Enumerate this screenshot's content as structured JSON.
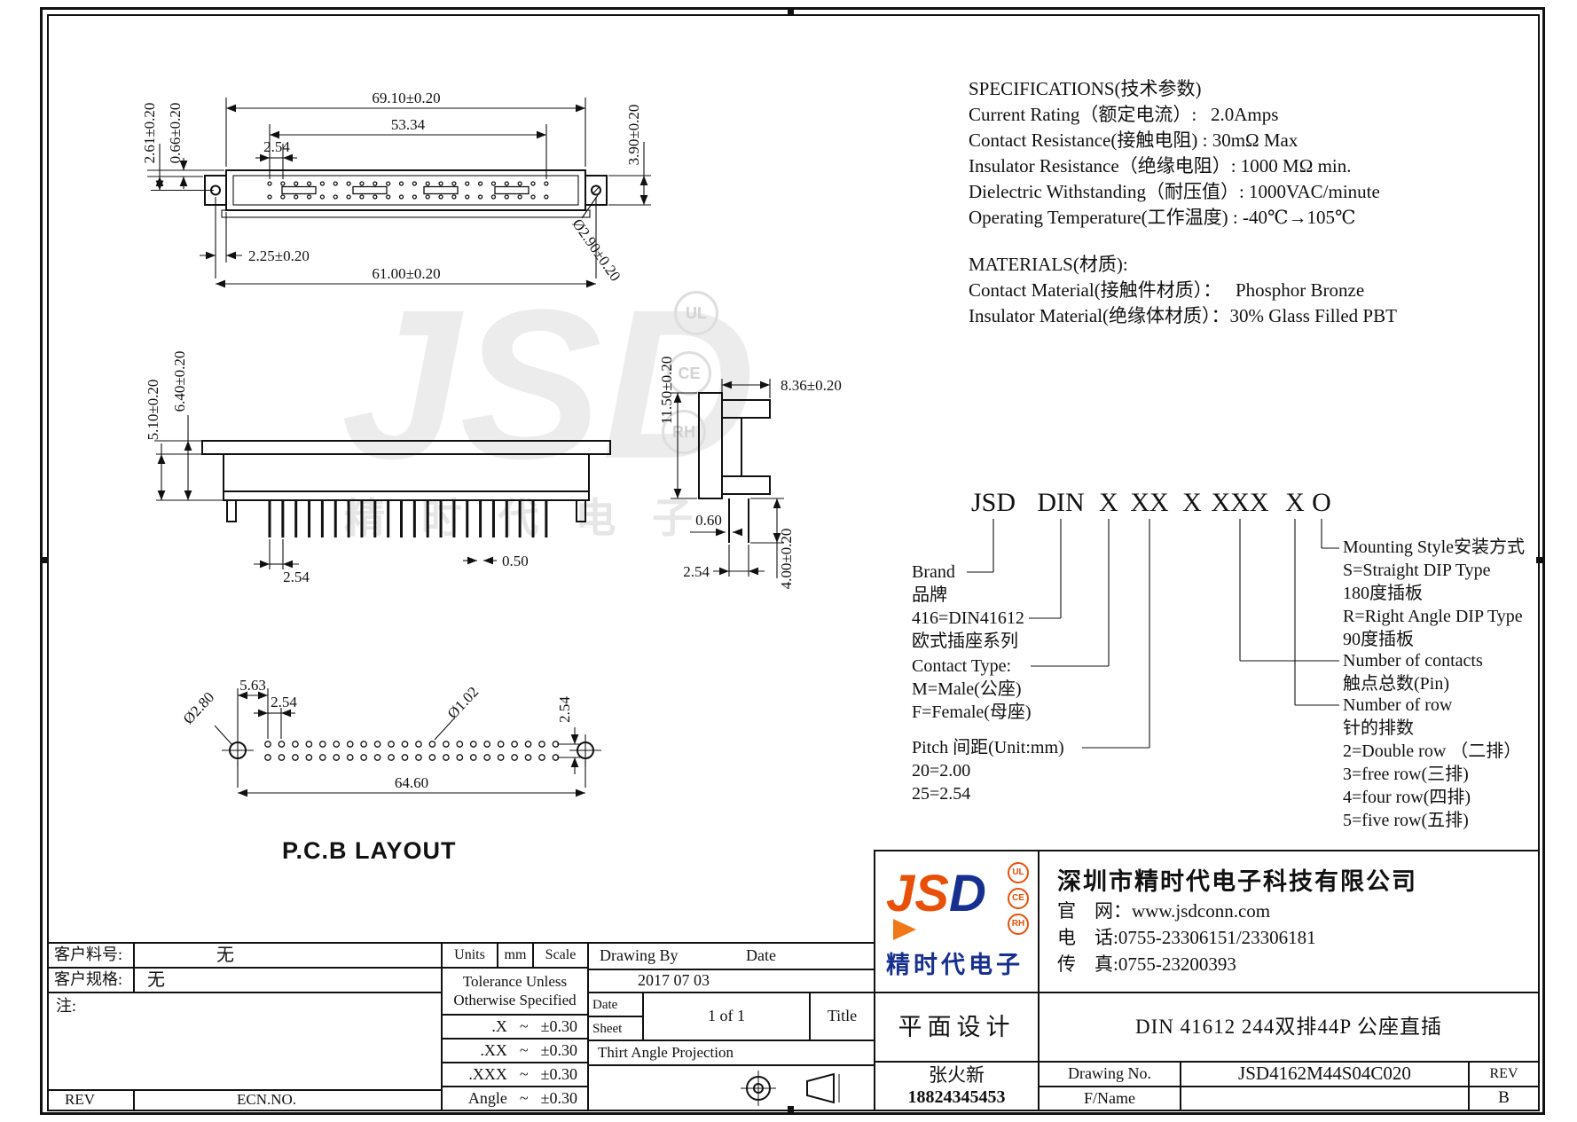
{
  "specs": {
    "title": "SPECIFICATIONS(技术参数)",
    "lines": [
      "Current Rating（额定电流）:   2.0Amps",
      "Contact Resistance(接触电阻) : 30mΩ Max",
      "Insulator Resistance（绝缘电阻）: 1000 MΩ min.",
      "Dielectric Withstanding（耐压值）: 1000VAC/minute",
      "Operating Temperature(工作温度) : -40℃→105℃"
    ],
    "materials_title": "MATERIALS(材质):",
    "materials": [
      "Contact Material(接触件材质）：   Phosphor Bronze",
      "Insulator Material(绝缘体材质）：30% Glass Filled PBT"
    ]
  },
  "part_number": {
    "tokens": [
      "JSD",
      "DIN",
      "X",
      "XX",
      "X",
      "XXX",
      "X",
      "O"
    ],
    "brand": [
      "Brand",
      "品牌"
    ],
    "series": [
      "416=DIN41612",
      "欧式插座系列"
    ],
    "contact_type": [
      "Contact Type:",
      "M=Male(公座)",
      "F=Female(母座)"
    ],
    "pitch": [
      "Pitch 间距(Unit:mm)",
      "20=2.00",
      "25=2.54"
    ],
    "mounting": [
      "Mounting Style安装方式",
      "S=Straight DIP Type",
      "180度插板",
      "R=Right Angle DIP Type",
      "90度插板"
    ],
    "contacts": [
      "Number of contacts",
      "触点总数(Pin)"
    ],
    "rows": [
      "Number of row",
      "针的排数",
      "2=Double row （二排）",
      "3=free row(三排)",
      "4=four row(四排)",
      "5=five row(五排)"
    ]
  },
  "views": {
    "top": {
      "w_total": "69.10±0.20",
      "w_inner": "53.34",
      "pitch": "2.54",
      "d_261": "2.61±0.20",
      "d_066": "0.66±0.20",
      "d_390": "3.90±0.20",
      "d_225": "2.25±0.20",
      "w_bottom": "61.00±0.20",
      "hole": "Ø2.90±0.20"
    },
    "front": {
      "d_640": "6.40±0.20",
      "d_510": "5.10±0.20",
      "pitch": "2.54",
      "pin_w": "0.50"
    },
    "side": {
      "d_1150": "11.50±0.20",
      "d_836": "8.36±0.20",
      "d_060": "0.60",
      "pitch": "2.54",
      "d_400": "4.00±0.20"
    },
    "pcb": {
      "label": "P.C.B LAYOUT",
      "d_563": "5.63",
      "pitch": "2.54",
      "hole_big": "Ø2.80",
      "hole_small": "Ø1.02",
      "row_pitch": "2.54",
      "span": "64.60"
    }
  },
  "title_block": {
    "customer_part_label": "客户料号:",
    "customer_part_value": "无",
    "customer_spec_label": "客户规格:",
    "customer_spec_value": "无",
    "note_label": "注:",
    "rev_label": "REV",
    "ecn_label": "ECN.NO.",
    "units_label": "Units",
    "units_value": "mm",
    "scale_label": "Scale",
    "tolerance_line1": "Tolerance Unless",
    "tolerance_line2": "Otherwise Specified",
    "tolerances": [
      {
        "key": ".X",
        "sep": "~",
        "value": "±0.30"
      },
      {
        "key": ".XX",
        "sep": "~",
        "value": "±0.30"
      },
      {
        "key": ".XXX",
        "sep": "~",
        "value": "±0.30"
      },
      {
        "key": "Angle",
        "sep": "~",
        "value": "±0.30"
      }
    ],
    "drawing_by_label": "Drawing By",
    "date_label": "Date",
    "date_value": "2017 07 03",
    "date_row_label": "Date",
    "sheet_label": "Sheet",
    "sheet_value": "1 of 1",
    "title_label": "Title",
    "projection_label": "Thirt Angle Projection",
    "design_title": "平面设计",
    "designer_name": "张火新",
    "designer_phone": "18824345453",
    "company_name": "深圳市精时代电子科技有限公司",
    "company_web": "官    网：www.jsdconn.com",
    "company_tel": "电    话:0755-23306151/23306181",
    "company_fax": "传    真:0755-23200393",
    "product_title": "DIN  41612 244双排44P 公座直插",
    "drawing_no_label": "Drawing No.",
    "drawing_no_value": "JSD4162M44S04C020",
    "fname_label": "F/Name",
    "rev_col_label": "REV",
    "rev_value": "B"
  },
  "logo": {
    "part1": "JS",
    "part2": "D",
    "cn": "精时代电子",
    "badges": [
      "UL",
      "CE",
      "RH"
    ]
  },
  "watermark": {
    "text": "JSD",
    "subtext": "精 时 代 电 子",
    "badges": [
      "UL",
      "CE",
      "RH"
    ]
  }
}
